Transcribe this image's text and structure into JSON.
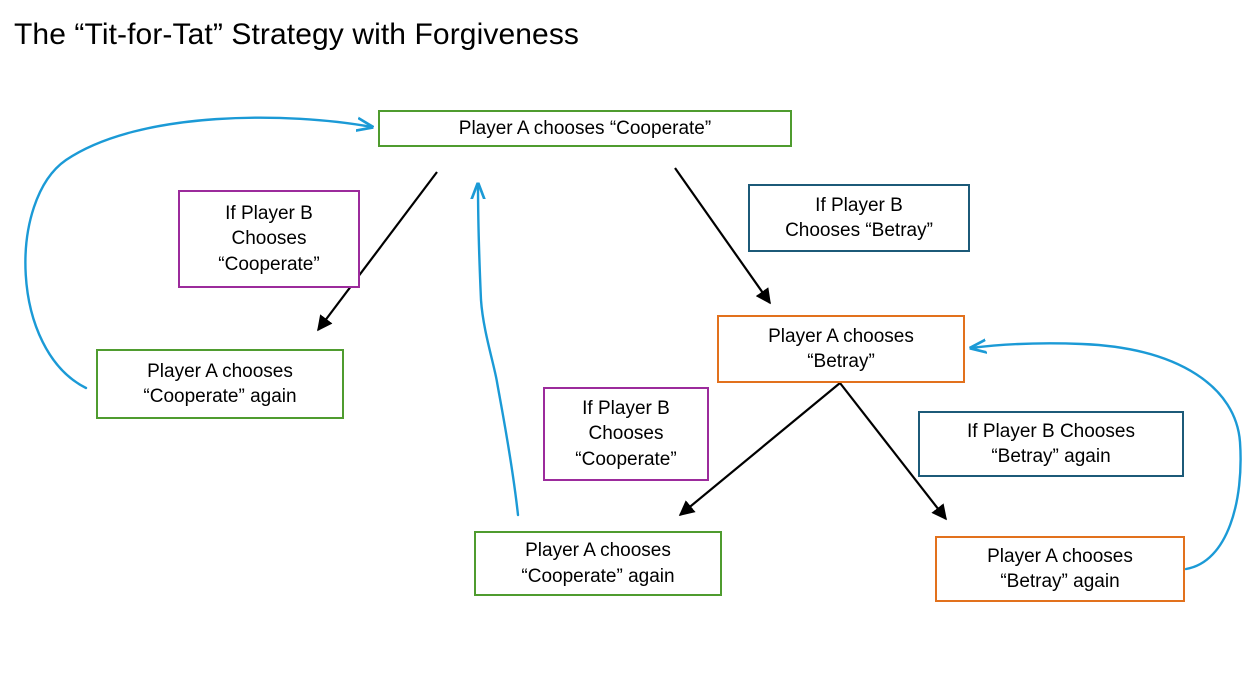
{
  "page": {
    "title": "The “Tit-for-Tat” Strategy with Forgiveness",
    "background": "#ffffff"
  },
  "colors": {
    "green": "#4f9c2f",
    "orange": "#e2711d",
    "purple": "#9c2b9c",
    "navy": "#1c5a78",
    "arrow_black": "#000000",
    "arrow_blue": "#1b9ad6",
    "text": "#000000"
  },
  "nodes": {
    "top_cooperate": {
      "label": "Player A chooses “Cooperate”",
      "color": "green"
    },
    "if_b_cooperate_1": {
      "label": "If Player B\nChooses\n“Cooperate”",
      "color": "purple"
    },
    "a_cooperate_again_1": {
      "label": "Player A chooses\n“Cooperate” again",
      "color": "green"
    },
    "if_b_betray": {
      "label": "If Player B\nChooses “Betray”",
      "color": "navy"
    },
    "a_betray": {
      "label": "Player A chooses\n“Betray”",
      "color": "orange"
    },
    "if_b_cooperate_2": {
      "label": "If Player B\nChooses\n“Cooperate”",
      "color": "purple"
    },
    "if_b_betray_again": {
      "label": "If Player B Chooses\n“Betray” again",
      "color": "navy"
    },
    "a_cooperate_again_2": {
      "label": "Player A chooses\n“Cooperate” again",
      "color": "green"
    },
    "a_betray_again": {
      "label": "Player A chooses\n“Betray” again",
      "color": "orange"
    }
  },
  "edges": [
    {
      "name": "top-cooperate-to-a-cooperate-again",
      "style": "straight",
      "color": "arrow_black"
    },
    {
      "name": "top-cooperate-to-a-betray",
      "style": "straight",
      "color": "arrow_black"
    },
    {
      "name": "a-cooperate-again-loop-to-top-cooperate",
      "style": "curved",
      "color": "arrow_blue"
    },
    {
      "name": "a-betray-to-a-cooperate-again-2",
      "style": "straight",
      "color": "arrow_black"
    },
    {
      "name": "a-betray-to-a-betray-again",
      "style": "straight",
      "color": "arrow_black"
    },
    {
      "name": "a-cooperate-again-2-loop-to-top-cooperate",
      "style": "curved",
      "color": "arrow_blue"
    },
    {
      "name": "a-betray-again-loop-to-a-betray",
      "style": "curved",
      "color": "arrow_blue"
    }
  ]
}
